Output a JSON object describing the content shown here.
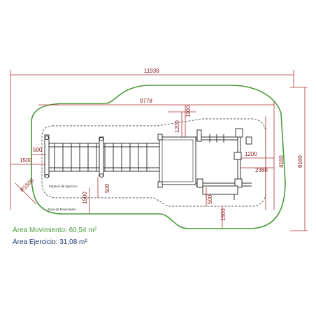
{
  "dimensions": {
    "overall_width": "11938",
    "inner_width": "9778",
    "offset_1200_top": "1200",
    "offset_1100": "1100",
    "offset_500": "500",
    "offset_1500_left": "1500",
    "radius": "R1500",
    "offset_500_mid": "500",
    "offset_1500_mid": "1500",
    "offset_1200_right": "1200",
    "offset_2380": "2380",
    "offset_4160": "4160",
    "overall_height": "6160",
    "offset_500_bottom": "500",
    "offset_1500_bottom": "1500"
  },
  "zones": {
    "exercise_zone_label": "Espacio de Ejercicio",
    "movement_zone_label": "Zona de Movimiento"
  },
  "legend": {
    "movement_area": "Área Movimiento: 60,54 m²",
    "exercise_area": "Área Ejercicio: 31,08 m²"
  },
  "colors": {
    "movement": "#4a9a3a",
    "exercise": "#333333",
    "dimension": "#b03030",
    "legend_exercise": "#1f3a7a"
  }
}
